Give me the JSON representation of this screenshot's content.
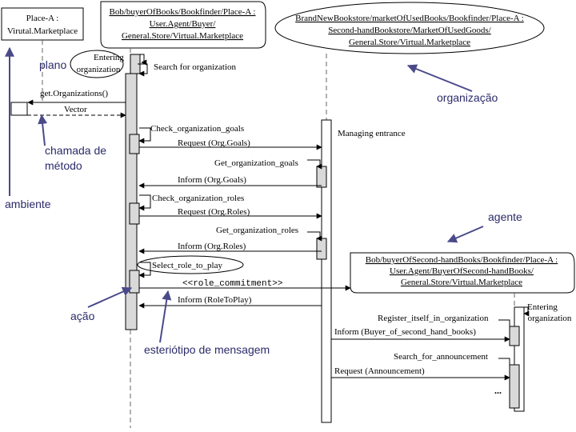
{
  "objects": {
    "place_a": [
      "Place-A :",
      "Virutal.Marketplace"
    ],
    "buyer_agent": [
      "Bob/buyerOfBooks/Bookfinder/Place-A :",
      "User.Agent/Buyer/",
      "General.Store/Virtual.Marketplace"
    ],
    "brandnew": [
      "BrandNewBookstore/marketOfUsedBooks/Bookfinder/Place-A :",
      "Second-handBookstore/MarketOfUsedGoods/",
      "General.Store/Virtual.Marketplace"
    ],
    "second_hand_buyer": [
      "Bob/buyerOfSecond-handBooks/Bookfinder/Place-A :",
      "User.Agent/BuyerOfSecond-handBooks/",
      "General.Store/Virtual.Marketplace"
    ]
  },
  "messages": {
    "entering_org": [
      "Entering",
      "organization"
    ],
    "search_org": "Search for organization",
    "get_orgs": "get.Organizations()",
    "vector": "Vector",
    "check_goals": "Check_organization_goals",
    "request_goals": "Request (Org.Goals)",
    "managing_entrance": "Managing entrance",
    "get_goals": "Get_organization_goals",
    "inform_goals": "Inform (Org.Goals)",
    "check_roles": "Check_organization_roles",
    "request_roles": "Request (Org.Roles)",
    "get_roles": "Get_organization_roles",
    "inform_roles": "Inform (Org.Roles)",
    "select_role": "Select_role_to_play",
    "role_commitment": "<<role_commitment>>",
    "inform_role": "Inform (RoleToPlay)",
    "entering_org_2": [
      "Entering",
      "organization"
    ],
    "register": "Register_itself_in_organization",
    "inform_buyer": "Inform (Buyer_of_second_hand_books)",
    "search_announcement": "Search_for_announcement",
    "request_announcement": "Request (Announcement)",
    "ellipsis": "..."
  },
  "annotations": {
    "plano": "plano",
    "organizacao": "organização",
    "chamada_de_metodo": [
      "chamada de",
      "método"
    ],
    "ambiente": "ambiente",
    "agente": "agente",
    "acao": "ação",
    "esteriotipo": "esteriótipo de mensagem"
  }
}
